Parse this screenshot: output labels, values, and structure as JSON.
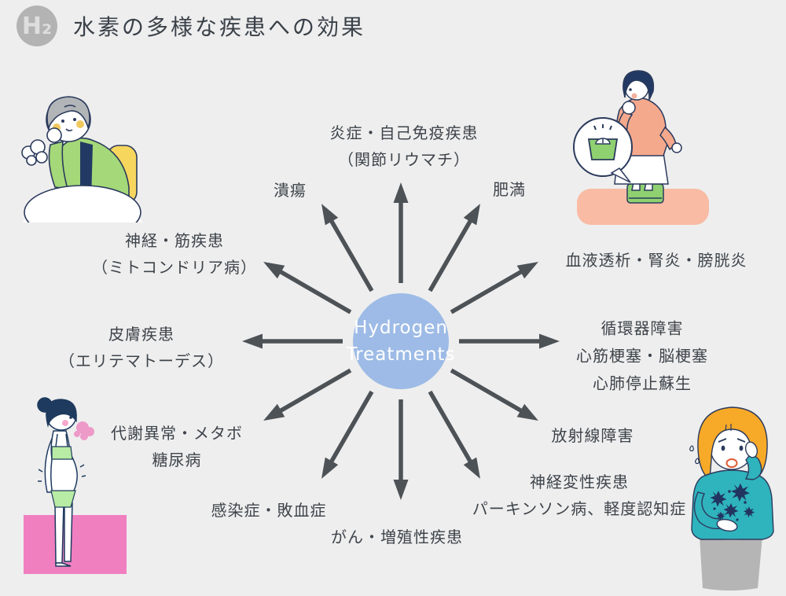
{
  "colors": {
    "background": "#eeeeee",
    "arrow": "#4d5257",
    "center_circle": "#9dbbe6",
    "center_text": "#ffffff",
    "label_text": "#3e444b",
    "title_text": "#3a4149",
    "badge_bg": "#b3b3b3",
    "badge_text": "#dedede"
  },
  "header": {
    "badge": "H₂",
    "title": "水素の多様な疾患への効果"
  },
  "center": {
    "line1": "Hydrogen",
    "line2": "Treatments"
  },
  "spokes": [
    {
      "name": "inflammation-autoimmune",
      "lines": [
        "炎症・自己免疫疾患",
        "（関節リウマチ）"
      ]
    },
    {
      "name": "obesity",
      "lines": [
        "肥満"
      ]
    },
    {
      "name": "hemodialysis-nephritis-cystitis",
      "lines": [
        "血液透析・腎炎・膀胱炎"
      ]
    },
    {
      "name": "circulatory-disorders",
      "lines": [
        "循環器障害",
        "心筋梗塞・脳梗塞",
        "心肺停止蘇生"
      ]
    },
    {
      "name": "radiation-injury",
      "lines": [
        "放射線障害"
      ]
    },
    {
      "name": "neurodegenerative",
      "lines": [
        "神経変性疾患",
        "パーキンソン病、軽度認知症"
      ]
    },
    {
      "name": "cancer-proliferative",
      "lines": [
        "がん・増殖性疾患"
      ]
    },
    {
      "name": "infection-sepsis",
      "lines": [
        "感染症・敗血症"
      ]
    },
    {
      "name": "metabolic-syndrome-diabetes",
      "lines": [
        "代謝異常・メタボ",
        "糖尿病"
      ]
    },
    {
      "name": "skin-diseases",
      "lines": [
        "皮膚疾患",
        "（エリテマトーデス）"
      ]
    },
    {
      "name": "neuromuscular",
      "lines": [
        "神経・筋疾患",
        "（ミトコンドリア病）"
      ]
    },
    {
      "name": "ulcer",
      "lines": [
        "潰瘍"
      ]
    }
  ]
}
